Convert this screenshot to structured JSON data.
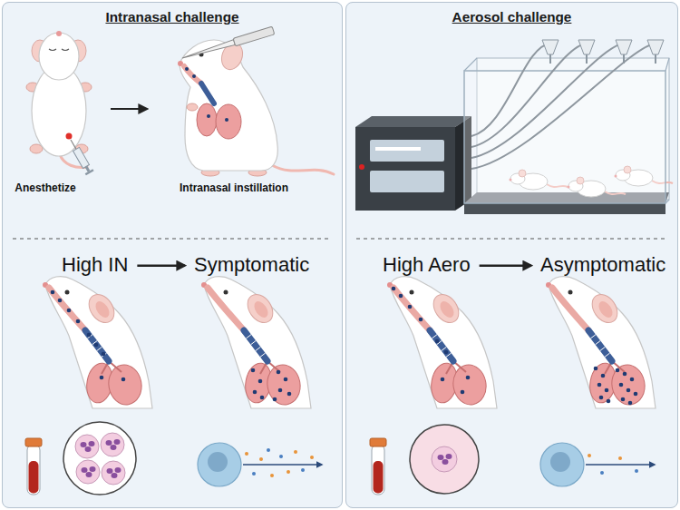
{
  "diagram": {
    "nodes": [
      {
        "text": [
          "Intranasal challenge"
        ]
      },
      {
        "text": [
          "Aerosol challenge"
        ]
      }
    ],
    "labels": [
      "Anesthetize",
      "Intranasal instillation",
      "High IN",
      "Symptomatic",
      "High Aero",
      "Asymptomatic"
    ]
  }
}
